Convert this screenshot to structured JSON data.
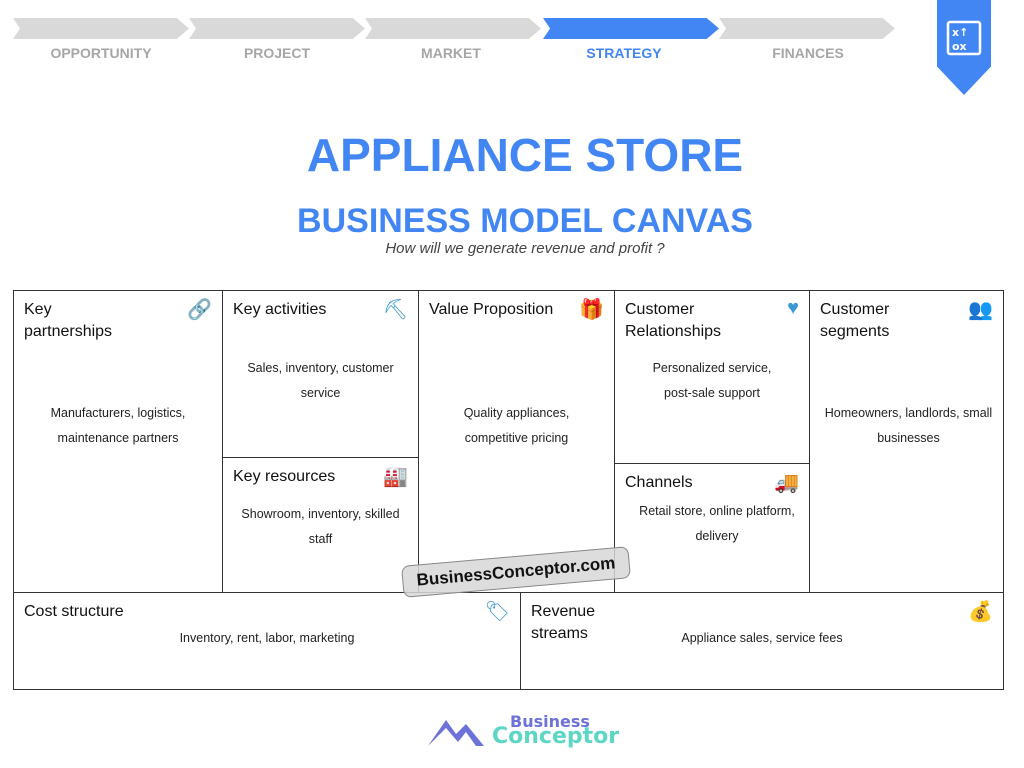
{
  "nav": {
    "steps": [
      {
        "label": "OPPORTUNITY",
        "active": false
      },
      {
        "label": "PROJECT",
        "active": false
      },
      {
        "label": "MARKET",
        "active": false
      },
      {
        "label": "STRATEGY",
        "active": true
      },
      {
        "label": "FINANCES",
        "active": false
      }
    ],
    "badge_icon": "strategy-board-icon",
    "accent": "#4286f4"
  },
  "header": {
    "title": "APPLIANCE STORE",
    "subtitle": "BUSINESS MODEL CANVAS",
    "question": "How will we generate revenue and profit ?"
  },
  "canvas": {
    "key_partnerships": {
      "title": "Key partnerships",
      "body": "Manufacturers, logistics, maintenance partners",
      "icon": "link-icon"
    },
    "key_activities": {
      "title": "Key activities",
      "body": "Sales, inventory, customer service",
      "icon": "shovel-icon"
    },
    "key_resources": {
      "title": "Key resources",
      "body": "Showroom, inventory, skilled staff",
      "icon": "factory-icon"
    },
    "value_proposition": {
      "title": "Value Proposition",
      "body": "Quality appliances, competitive pricing",
      "icon": "gift-icon"
    },
    "customer_relationships": {
      "title": "Customer Relationships",
      "body": "Personalized service, post-sale support",
      "icon": "heart-icon"
    },
    "channels": {
      "title": "Channels",
      "body": "Retail store, online platform, delivery",
      "icon": "truck-icon"
    },
    "customer_segments": {
      "title": "Customer segments",
      "body": "Homeowners, landlords, small businesses",
      "icon": "users-icon"
    },
    "cost_structure": {
      "title": "Cost structure",
      "body": "Inventory, rent, labor, marketing",
      "icon": "tag-icon"
    },
    "revenue_streams": {
      "title": "Revenue streams",
      "body": "Appliance sales, service fees",
      "icon": "money-bag-icon"
    }
  },
  "watermark": "BusinessConceptor.com",
  "logo": {
    "line1": "Business",
    "line2": "Conceptor"
  }
}
